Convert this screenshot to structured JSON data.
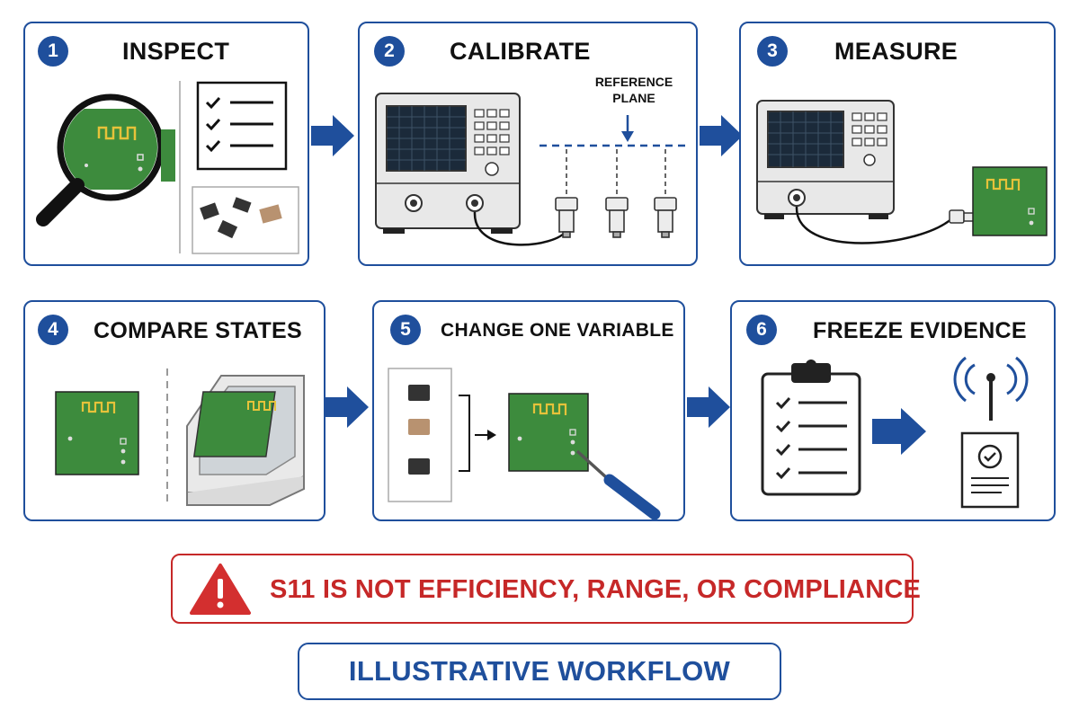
{
  "steps": [
    {
      "number": "1",
      "title": "INSPECT"
    },
    {
      "number": "2",
      "title": "CALIBRATE"
    },
    {
      "number": "3",
      "title": "MEASURE"
    },
    {
      "number": "4",
      "title": "COMPARE STATES"
    },
    {
      "number": "5",
      "title": "CHANGE ONE VARIABLE"
    },
    {
      "number": "6",
      "title": "FREEZE EVIDENCE"
    }
  ],
  "calibrate": {
    "reference_plane_line1": "REFERENCE",
    "reference_plane_line2": "PLANE"
  },
  "warning": {
    "text": "S11 IS NOT EFFICIENCY, RANGE, OR COMPLIANCE",
    "icon": "warning-triangle-icon"
  },
  "footer": {
    "text": "ILLUSTRATIVE WORKFLOW"
  },
  "colors": {
    "accent": "#1f4f9c",
    "warning": "#c62828",
    "pcb": "#3d8b3d",
    "trace": "#e6c23a"
  }
}
